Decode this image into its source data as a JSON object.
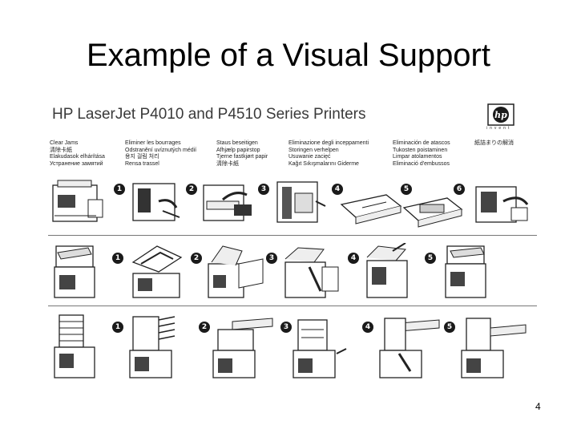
{
  "slide": {
    "title": "Example of a Visual Support",
    "page_number": "4"
  },
  "figure": {
    "heading": "HP LaserJet P4010 and P4510 Series Printers",
    "logo_text": "hp",
    "logo_tagline": "invent",
    "languages": [
      [
        "Clear Jams",
        "清除卡紙",
        "Elakudasok elhárítása",
        "Устранение замятий"
      ],
      [
        "Eliminer les bourrages",
        "Odstranění uvíznutých médií",
        "용지 걸림 처리",
        "Rensa trassel"
      ],
      [
        "Staus beseitigen",
        "Afhjælp papirstop",
        "Tjerne fastkjørt papir",
        "清除卡紙"
      ],
      [
        "Eliminazione degli inceppamenti",
        "Storingen verhelpen",
        "Usuwanie zacięć",
        "Kağıt Sıkışmalarını Giderme"
      ],
      [
        "Eliminación de atascos",
        "Tukosten poistaminen",
        "Limpar atolamentos",
        "Eliminació d'embussos"
      ],
      [
        "紙詰まりの解消"
      ]
    ],
    "rows": [
      {
        "steps": [
          "1",
          "2",
          "3",
          "4",
          "5",
          "6"
        ]
      },
      {
        "steps": [
          "1",
          "2",
          "3",
          "4",
          "5"
        ]
      },
      {
        "steps": [
          "1",
          "2",
          "3",
          "4",
          "5"
        ]
      }
    ]
  }
}
